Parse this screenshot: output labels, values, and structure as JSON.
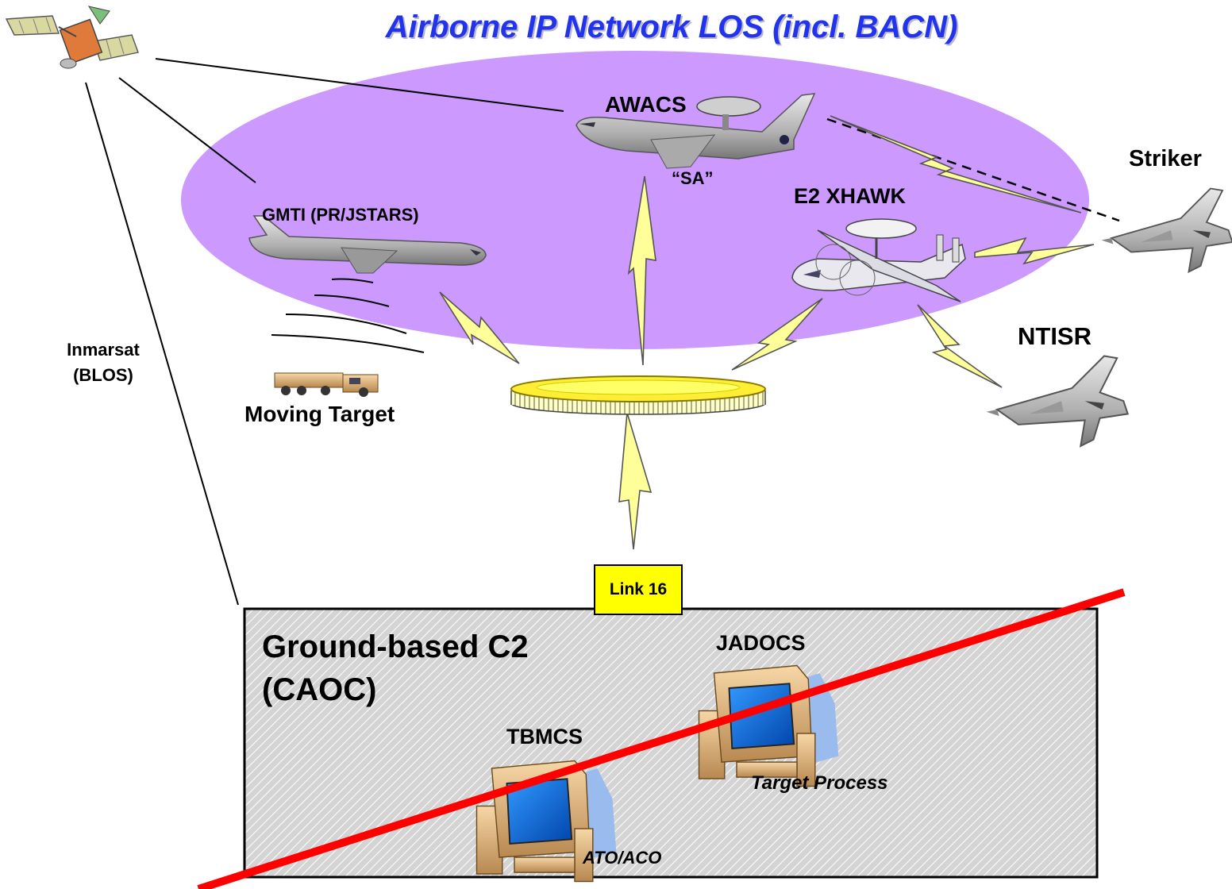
{
  "title": "Airborne IP Network LOS (incl. BACN)",
  "nodes": {
    "awacs": "AWACS",
    "sa": "“SA”",
    "e2": "E2 XHAWK",
    "gmti": "GMTI (PR/JSTARS)",
    "striker": "Striker",
    "ntisr": "NTISR",
    "inmarsat_line1": "Inmarsat",
    "inmarsat_line2": "(BLOS)",
    "moving_target": "Moving Target"
  },
  "link16": "Link 16",
  "ground": {
    "title_line1": "Ground-based C2",
    "title_line2": "(CAOC)",
    "jadocs": "JADOCS",
    "tbmcs": "TBMCS",
    "target_process": "Target Process",
    "ato_aco": "ATO/ACO"
  },
  "colors": {
    "title": "#2233ee",
    "ellipse": "#cc99ff",
    "lightning": "#ffff99",
    "link16": "#ffff00",
    "strike_line": "#ff0000",
    "ground_box": "#cfcfcf"
  },
  "icons": [
    "satellite-icon",
    "awacs-aircraft-icon",
    "e2-hawkeye-aircraft-icon",
    "jstars-aircraft-icon",
    "fighter-jet-icon",
    "truck-icon",
    "computer-icon",
    "link16-hub-icon"
  ]
}
